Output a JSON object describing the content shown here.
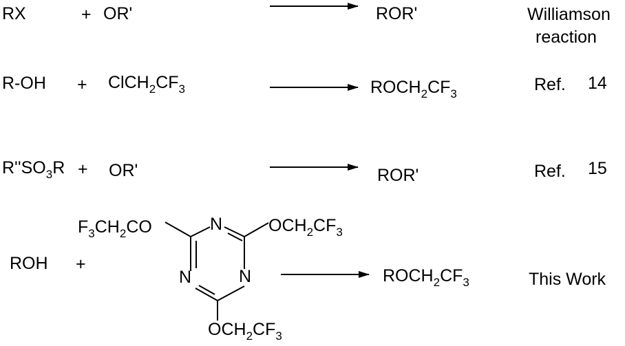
{
  "reactions": [
    {
      "reactant1": "RX",
      "plus": "+",
      "reactant2": "OR'",
      "product": "ROR'",
      "reference": [
        "Williamson",
        "reaction"
      ]
    },
    {
      "reactant1": "R-OH",
      "plus": "+",
      "reactant2": "ClCH2CF3",
      "product": "ROCH2CF3",
      "reference": [
        "Ref.",
        "14"
      ]
    },
    {
      "reactant1": "R''SO3R",
      "plus": "+",
      "reactant2": "OR'",
      "product": "ROR'",
      "reference": [
        "Ref.",
        "15"
      ]
    },
    {
      "reactant1": "ROH",
      "plus": "+",
      "reactant2_triazine": {
        "ring_atom": "N",
        "substituent": "OCH2CF3",
        "substituent_left": "F3CH2CO"
      },
      "product": "ROCH2CF3",
      "reference": [
        "This Work"
      ]
    }
  ],
  "colors": {
    "ink": "#000000",
    "background": "#ffffff"
  }
}
